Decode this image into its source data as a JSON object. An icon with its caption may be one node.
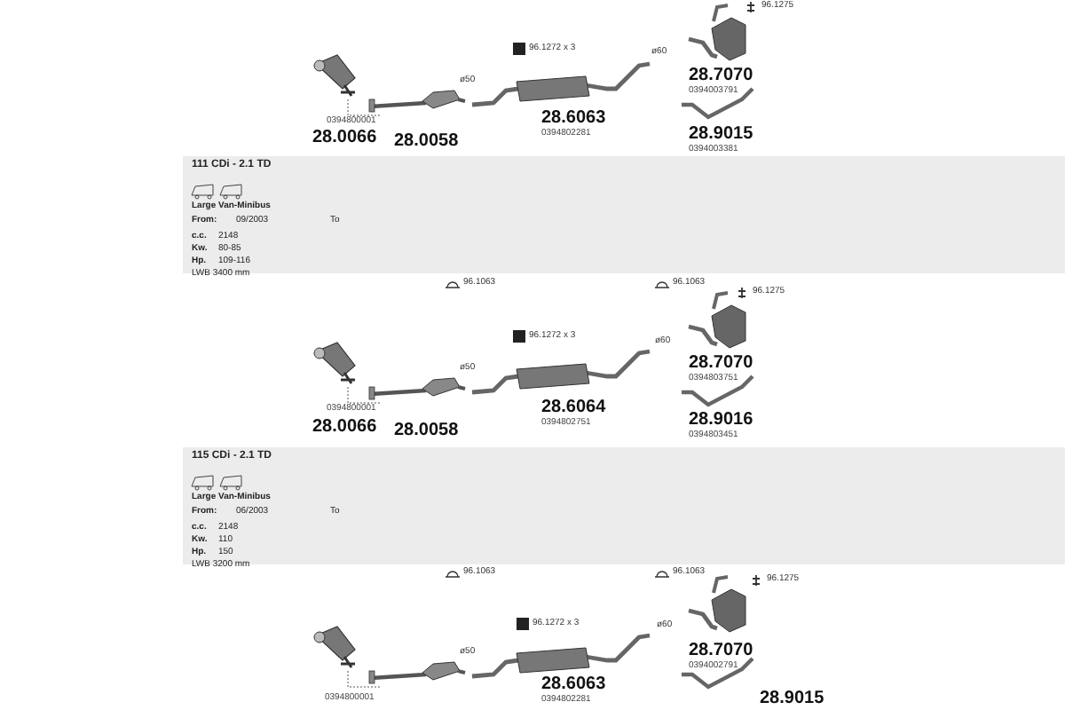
{
  "diagram": {
    "labels": [
      "96.1275",
      "96.1272 x 3",
      "ø60",
      "ø50",
      "28.7070",
      "0394003791",
      "0394800001",
      "28.6063",
      "0394802281",
      "28.9015",
      "0394003381",
      "28.0066",
      "28.0058",
      "111 CDi - 2.1 TD",
      "Large Van-Minibus",
      "From:",
      "09/2003",
      "To",
      "c.c.",
      "2148",
      "Kw.",
      "80-85",
      "Hp.",
      "109-116",
      "LWB 3400 mm",
      "96.1063",
      "96.1063",
      "96.1275",
      "96.1272 x 3",
      "ø60",
      "ø50",
      "28.7070",
      "0394803751",
      "0394800001",
      "28.6064",
      "0394802751",
      "28.0066",
      "28.0058",
      "28.9016",
      "0394803451",
      "115 CDi - 2.1 TD",
      "Large Van-Minibus",
      "From:",
      "06/2003",
      "To",
      "c.c.",
      "2148",
      "Kw.",
      "110",
      "Hp.",
      "150",
      "LWB 3200 mm",
      "96.1063",
      "96.1063",
      "96.1275",
      "96.1272 x 3",
      "ø60",
      "ø50",
      "28.7070",
      "0394002791",
      "0394800001",
      "28.6063",
      "0394802281",
      "28.9015"
    ]
  }
}
